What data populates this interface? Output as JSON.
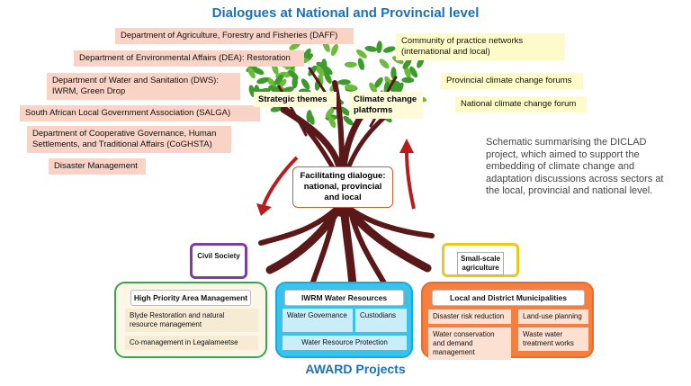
{
  "title": "Dialogues at National and Provincial level",
  "footer": "AWARD Projects",
  "caption": "Schematic summarising the DICLAD project, which aimed to support the embedding of climate change and adaptation discussions across sectors at the local, provincial and national level.",
  "colors": {
    "title_blue": "#1f6fb5",
    "pink_box": "#f9d3c5",
    "yellow_box": "#fdfbc9",
    "trunk": "#5a1818",
    "leaves": "#3f9a2e",
    "arrow": "#b81d1d",
    "green_group": "#3aa54a",
    "blue_group": "#16a9d9",
    "orange_group": "#ec6a2c",
    "civil_border": "#7b3fa0",
    "small_scale_border": "#e9c81f"
  },
  "left_boxes": [
    "Department of Agriculture, Forestry and Fisheries (DAFF)",
    "Department of Environmental Affairs (DEA): Restoration",
    "Department of Water and Sanitation (DWS): IWRM, Green Drop",
    "South African Local Government Association (SALGA)",
    "Department of Cooperative Governance, Human Settlements, and Traditional Affairs (CoGHSTA)",
    "Disaster Management"
  ],
  "right_boxes": [
    "Community of practice networks (international and local)",
    "Provincial climate change forums",
    "National climate change forum"
  ],
  "tree_labels": {
    "strategic": "Strategic themes",
    "climate": "Climate change platforms",
    "facilitating": "Facilitating dialogue: national, provincial and local"
  },
  "civil_society": "Civil Society",
  "small_scale": "Small-scale agriculture",
  "high_priority": {
    "title": "High Priority Area Management",
    "items": [
      "Blyde Restoration and natural resource management",
      "Co-management in Legalameetse"
    ]
  },
  "iwrm": {
    "title": "IWRM Water Resources",
    "items": [
      "Water Governance",
      "Custodians",
      "Water Resource Protection"
    ]
  },
  "municipal": {
    "title": "Local and District Municipalities",
    "items": [
      "Disaster risk reduction",
      "Land-use planning",
      "Water conservation and demand management",
      "Waste water treatment works"
    ]
  }
}
